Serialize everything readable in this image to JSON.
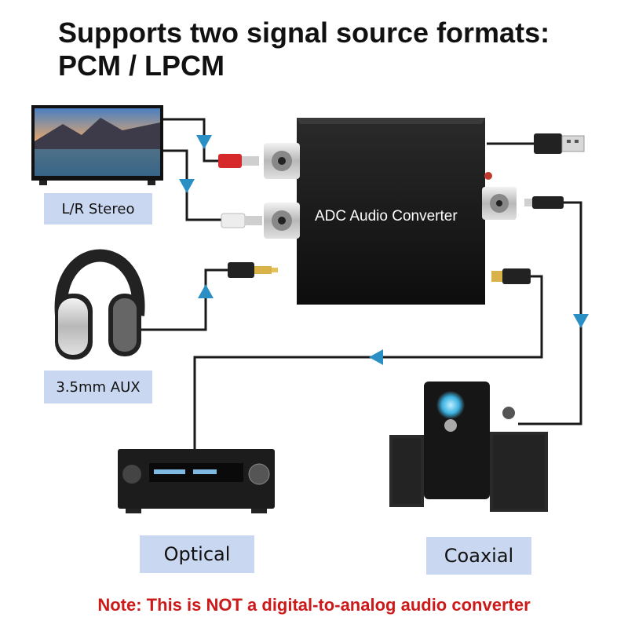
{
  "title": {
    "line1": "Supports two signal source formats:",
    "line2": "PCM / LPCM"
  },
  "device": {
    "label": "ADC Audio Converter"
  },
  "labels": {
    "lr_stereo": "L/R Stereo",
    "aux": "3.5mm AUX",
    "optical": "Optical",
    "coaxial": "Coaxial"
  },
  "note": "Note: This is NOT a digital-to-analog audio converter",
  "colors": {
    "label_bg": "#c9d7f0",
    "arrow": "#2a8fc4",
    "note": "#cc1a1a",
    "cable": "#1a1a1a",
    "rca_red": "#d62a2a"
  },
  "icons": [
    "tv-icon",
    "headphones-icon",
    "av-receiver-icon",
    "speaker-system-icon",
    "usb-plug-icon",
    "rca-plug-icon",
    "aux-plug-icon",
    "optical-plug-icon",
    "arrow-icon"
  ]
}
